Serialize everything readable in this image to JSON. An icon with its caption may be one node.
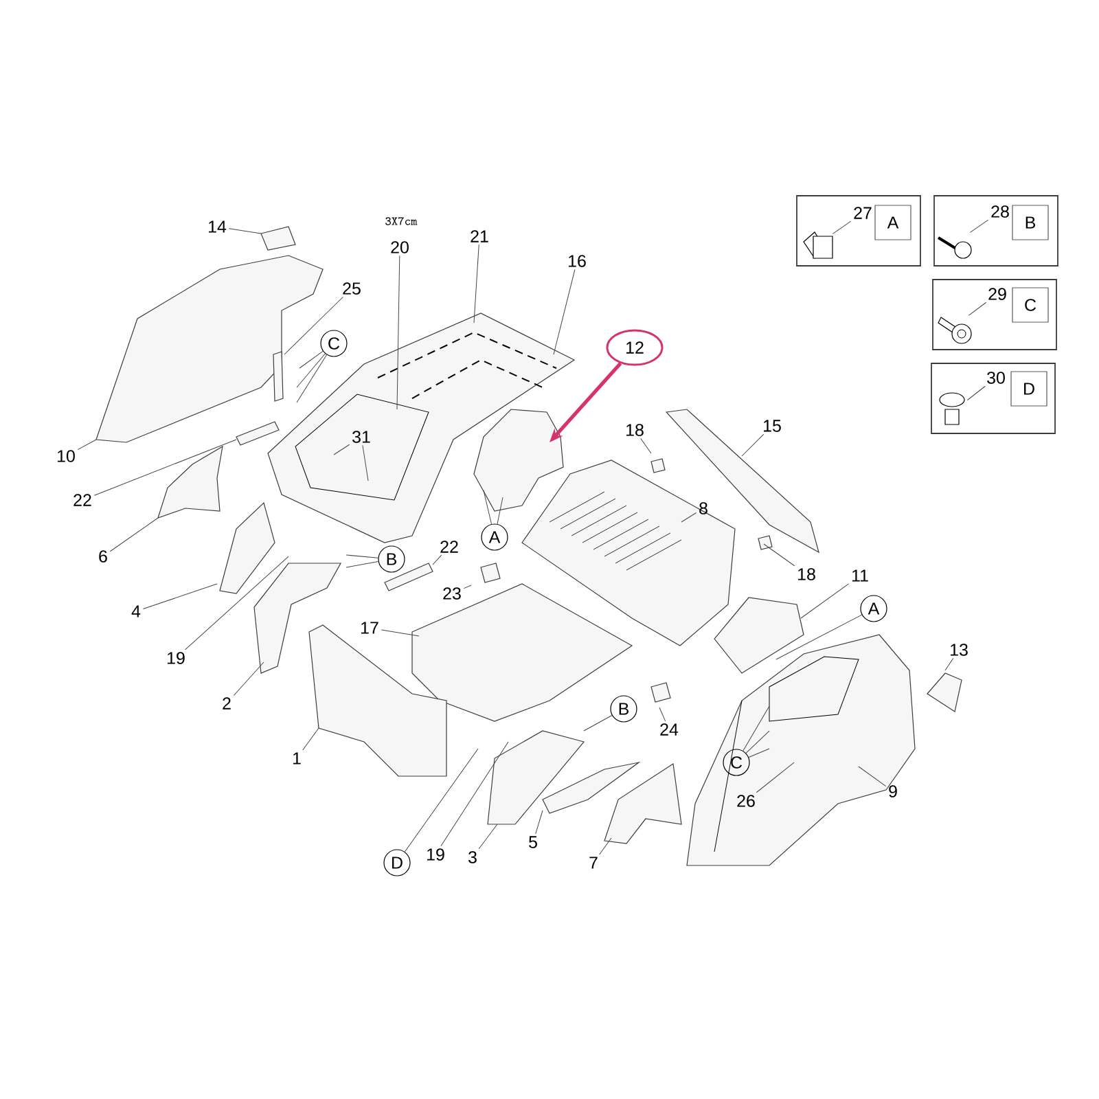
{
  "diagram": {
    "nodes": [
      {
        "text": [],
        "shape": "box"
      },
      {
        "text": [
          "27"
        ],
        "in": 0
      },
      {
        "text": [
          "A"
        ],
        "in": 0
      },
      {
        "text": [],
        "shape": "box"
      },
      {
        "text": [
          "28"
        ],
        "in": 3
      },
      {
        "text": [
          "B"
        ],
        "in": 3
      },
      {
        "text": [
          "14"
        ]
      },
      {
        "text": [
          "20"
        ]
      },
      {
        "text": [
          "21"
        ]
      },
      {
        "text": [
          "16"
        ]
      },
      {
        "text": [],
        "shape": "box"
      },
      {
        "text": [
          "29"
        ],
        "in": 10
      },
      {
        "text": [
          "C"
        ],
        "in": 10
      },
      {
        "text": [
          "25"
        ]
      },
      {
        "text": [
          "C"
        ]
      },
      {
        "text": [
          "12"
        ]
      },
      {
        "text": [],
        "shape": "box"
      },
      {
        "text": [
          "30"
        ],
        "in": 16
      },
      {
        "text": [
          "D"
        ],
        "in": 16
      },
      {
        "text": [
          "18"
        ]
      },
      {
        "text": [
          "15"
        ]
      },
      {
        "text": [
          "31"
        ]
      },
      {
        "text": [
          "10"
        ]
      },
      {
        "text": [
          "22"
        ]
      },
      {
        "text": [
          "8"
        ]
      },
      {
        "text": [
          "A"
        ]
      },
      {
        "text": [
          "22"
        ]
      },
      {
        "text": [
          "6"
        ]
      },
      {
        "text": [
          "B"
        ]
      },
      {
        "text": [
          "18"
        ]
      },
      {
        "text": [
          "11"
        ]
      },
      {
        "text": [
          "23"
        ]
      },
      {
        "text": [
          "4"
        ]
      },
      {
        "text": [
          "A"
        ]
      },
      {
        "text": [
          "17"
        ]
      },
      {
        "text": [
          "13"
        ]
      },
      {
        "text": [
          "19"
        ]
      },
      {
        "text": [
          "2"
        ]
      },
      {
        "text": [
          "B"
        ]
      },
      {
        "text": [
          "24"
        ]
      },
      {
        "text": [
          "1"
        ]
      },
      {
        "text": [
          "C"
        ]
      },
      {
        "text": [
          "9"
        ]
      },
      {
        "text": [
          "26"
        ]
      },
      {
        "text": [
          "5"
        ]
      },
      {
        "text": [
          "19"
        ]
      },
      {
        "text": [
          "3"
        ]
      },
      {
        "text": [
          "D"
        ]
      },
      {
        "text": [
          "7"
        ]
      },
      {
        "text": [],
        "shape": "picture",
        "in": 0
      },
      {
        "text": [],
        "shape": "picture",
        "in": 3
      },
      {
        "text": [],
        "shape": "picture",
        "in": 10
      },
      {
        "text": [],
        "shape": "picture",
        "in": 16
      }
    ],
    "edges": [
      {
        "from": 1,
        "to": 49,
        "arrow": "none"
      },
      {
        "from": 4,
        "to": 50,
        "arrow": "none"
      },
      {
        "from": 11,
        "to": 51,
        "arrow": "none"
      },
      {
        "from": 17,
        "to": 52,
        "arrow": "none"
      },
      {
        "from": 6,
        "to": null,
        "arrow": "none"
      },
      {
        "from": 7,
        "to": null,
        "arrow": "none"
      },
      {
        "from": 8,
        "to": null,
        "arrow": "none"
      },
      {
        "from": 9,
        "to": null,
        "arrow": "none"
      },
      {
        "from": 13,
        "to": null,
        "arrow": "none"
      },
      {
        "from": 14,
        "to": null,
        "arrow": "none"
      },
      {
        "from": 14,
        "to": null,
        "arrow": "none"
      },
      {
        "from": 14,
        "to": null,
        "arrow": "none"
      },
      {
        "from": 15,
        "to": null,
        "arrow": "to",
        "style": "thick",
        "color": "#d6336c"
      },
      {
        "from": 19,
        "to": null,
        "arrow": "none"
      },
      {
        "from": 20,
        "to": null,
        "arrow": "none"
      },
      {
        "from": 21,
        "to": null,
        "arrow": "none"
      },
      {
        "from": 21,
        "to": null,
        "arrow": "none"
      },
      {
        "from": 22,
        "to": null,
        "arrow": "none"
      },
      {
        "from": 23,
        "to": null,
        "arrow": "none"
      },
      {
        "from": 24,
        "to": null,
        "arrow": "none"
      },
      {
        "from": 25,
        "to": null,
        "arrow": "none"
      },
      {
        "from": 25,
        "to": null,
        "arrow": "none"
      },
      {
        "from": 26,
        "to": null,
        "arrow": "none"
      },
      {
        "from": 27,
        "to": null,
        "arrow": "none"
      },
      {
        "from": 28,
        "to": null,
        "arrow": "none"
      },
      {
        "from": 28,
        "to": null,
        "arrow": "none"
      },
      {
        "from": 29,
        "to": null,
        "arrow": "none"
      },
      {
        "from": 30,
        "to": null,
        "arrow": "none"
      },
      {
        "from": 31,
        "to": null,
        "arrow": "none"
      },
      {
        "from": 32,
        "to": null,
        "arrow": "none"
      },
      {
        "from": 33,
        "to": null,
        "arrow": "none"
      },
      {
        "from": 34,
        "to": null,
        "arrow": "none"
      },
      {
        "from": 35,
        "to": null,
        "arrow": "none"
      },
      {
        "from": 36,
        "to": null,
        "arrow": "none"
      },
      {
        "from": 37,
        "to": null,
        "arrow": "none"
      },
      {
        "from": 38,
        "to": null,
        "arrow": "none"
      },
      {
        "from": 39,
        "to": null,
        "arrow": "none"
      },
      {
        "from": 40,
        "to": null,
        "arrow": "none"
      },
      {
        "from": 41,
        "to": null,
        "arrow": "none"
      },
      {
        "from": 41,
        "to": null,
        "arrow": "none"
      },
      {
        "from": 41,
        "to": null,
        "arrow": "none"
      },
      {
        "from": 42,
        "to": null,
        "arrow": "none"
      },
      {
        "from": 43,
        "to": null,
        "arrow": "none"
      },
      {
        "from": 44,
        "to": null,
        "arrow": "none"
      },
      {
        "from": 45,
        "to": null,
        "arrow": "none"
      },
      {
        "from": 46,
        "to": null,
        "arrow": "none"
      },
      {
        "from": 47,
        "to": null,
        "arrow": "none"
      },
      {
        "from": 48,
        "to": null,
        "arrow": "none"
      }
    ],
    "labels": [
      "3X7cm"
    ]
  }
}
